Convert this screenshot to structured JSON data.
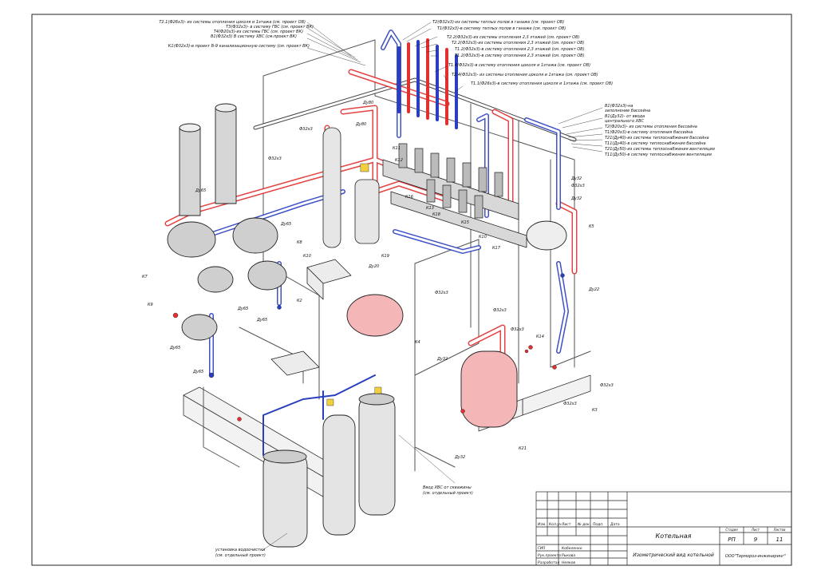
{
  "colors": {
    "supply": "#e03030",
    "return": "#2a3fc0",
    "outline": "#222222",
    "equipment_shade": "#d8d8d8"
  },
  "labels_left": [
    "Т2.1(Ф26х3)- из системы отопления цоколя и 1этажа (см. проект ОВ)",
    "Т3(Ф32х3)- в систему ГВС (см. проект ВК)",
    "Т4(Ф20х3)-из системы ГВС (см. проект ВК)",
    "В1(Ф32х3) В систему ХВС (см.проект ВК)",
    "К1(Ф32х3)-в проект В-9 канализационную систему (см. проект ВК)"
  ],
  "labels_top_right": [
    "Т2(Ф32х3)-из системы теплых полов в ганаже (см. проект ОВ)",
    "Т1(Ф32х3)-в систему теплых полов в ганаже (см. проект ОВ)",
    "Т2.2(Ф32х3)-из системы отопления 2,3 этажей (см. проект ОВ)",
    "Т2.2(Ф32х3)-из системы отопления 2,3 этажей (см. проект ОВ)",
    "Т1.2(Ф32х3)-в систему отопления 2,3 этажей (см. проект ОВ)",
    "Т1.2(Ф32х3)-в систему отопления 2,3 этажей (см. проект ОВ)",
    "Т1.4(Ф32х3)-в систему отопления цоколя и 1этажа (см. проект ОВ)",
    "Т2.4(Ф32х3)- из системы отопления цоколя и 1этажа (см. проект ОВ)",
    "Т1.1(Ф26х3)-в систему отопления цоколя и 1этажа (см. проект ОВ)"
  ],
  "labels_right": [
    "В1(Ф32х3)-на",
    "заполнение бассейна",
    "В1(Ду32)- от ввода",
    "центрального ХВС",
    "Т2(Ф20х3)- из системы отопления бассейна",
    "Т1(Ф20х3)-в систему отопления бассейна",
    "Т21(Ду40)-из системы теплоснабжения бассейна",
    "Т11(Ду40)-в систему теплоснабжения бассейна",
    "Т21(Ду50)-из системы теплоснабжения вентиляции",
    "Т11(Ду50)-в систему теплоснабжения вентиляции"
  ],
  "labels_bottom": [
    "Ввод ХВС от скважины",
    "(см. отдельный проект)",
    "установка водоочистки",
    "(см. отдельный проект)"
  ],
  "tags": [
    "Ду80",
    "Ф32х3",
    "Ф32х3",
    "Ду80",
    "Ду65",
    "Ду65",
    "К11",
    "К12",
    "К16",
    "К13",
    "К18",
    "К15",
    "К10",
    "К17",
    "Ду32",
    "Ф32х3",
    "Ду32",
    "К5",
    "К7",
    "К9",
    "К8",
    "К10",
    "К2",
    "Ду65",
    "Ду65",
    "Ду65",
    "Ду65",
    "Ду20",
    "К19",
    "Ф32х3",
    "К4",
    "Ду32",
    "Ф32х3",
    "Ф32х3",
    "К14",
    "Ду22",
    "Ф32х3",
    "Ф32х3",
    "К3",
    "К21",
    "Ду32"
  ],
  "title_block": {
    "row_headers": [
      "Изм.",
      "Кол.уч",
      "Лист",
      "№ док.",
      "Подп.",
      "Дата"
    ],
    "object": "Котельная",
    "sheet_title": "Изометрический вид котельной",
    "stage_label": "Стадия",
    "sheet_label": "Лист",
    "sheets_label": "Листов",
    "stage": "РП",
    "sheet": "9",
    "sheets": "11",
    "company": "ООО\"Термороз-инжиниринг\"",
    "roles": [
      {
        "role": "ГИП",
        "name": "Кобеленко"
      },
      {
        "role": "Рук.проекта",
        "name": "Рыкова"
      },
      {
        "role": "Разработал",
        "name": "Неяков"
      }
    ]
  }
}
